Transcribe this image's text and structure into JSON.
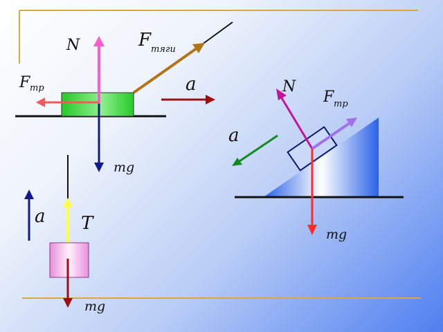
{
  "colors": {
    "frame_gold": "#d9a93a",
    "surface": "#111111",
    "normal_force": "#ff5ad0",
    "gravity": "#111a8a",
    "friction": "#f05a5a",
    "traction": "#b07515",
    "accel_red": "#9b1111",
    "accel_green": "#128a1e",
    "accel_blue": "#111a8a",
    "tension": "#ffff44",
    "incline_normal": "#c2149b",
    "incline_friction": "#a071ea",
    "incline_gravity": "#ff2b2b",
    "block_green": "#46dc46",
    "block_pink": "#f5a9e8"
  },
  "horizontal": {
    "normal_label": "N",
    "traction_label": "F",
    "traction_sub": "тяги",
    "friction_label": "F",
    "friction_sub": "тр",
    "accel_label": "a",
    "gravity_label": "mg"
  },
  "incline": {
    "normal_label": "N",
    "friction_label": "F",
    "friction_sub": "тр",
    "accel_label": "a",
    "gravity_label": "mg"
  },
  "hanging": {
    "accel_label": "a",
    "tension_label": "T",
    "gravity_label": "mg"
  }
}
